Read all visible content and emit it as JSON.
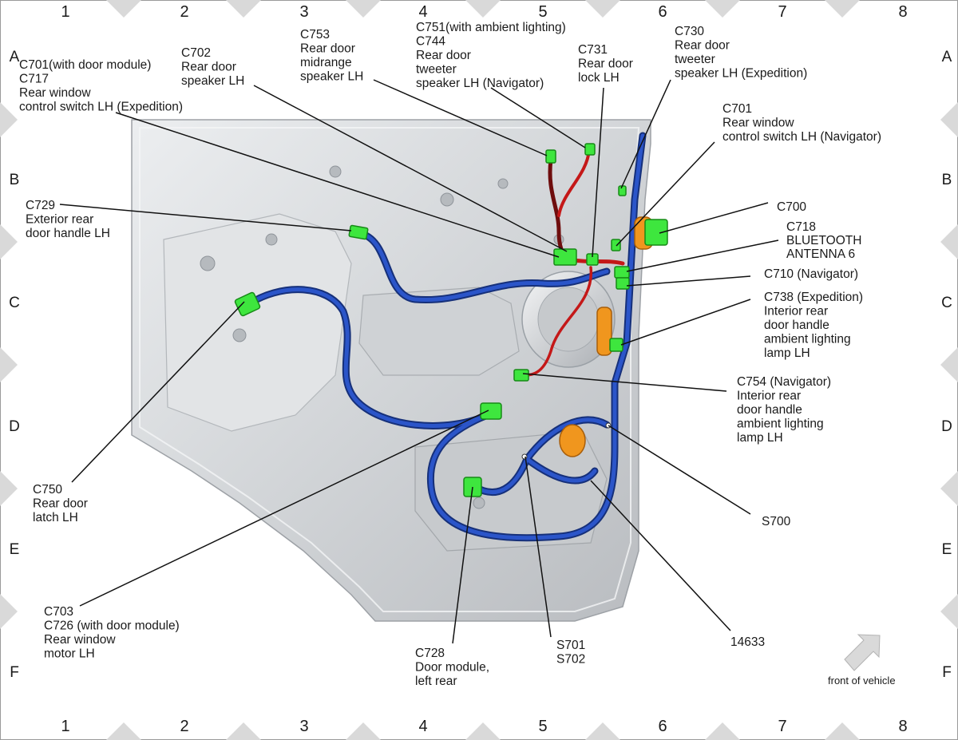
{
  "grid": {
    "columns": [
      "1",
      "2",
      "3",
      "4",
      "5",
      "6",
      "7",
      "8"
    ],
    "rows": [
      "A",
      "B",
      "C",
      "D",
      "E",
      "F"
    ]
  },
  "callouts": [
    {
      "id": "c701-c717",
      "lines": [
        "C701(with door module)",
        "C717",
        "Rear window",
        "control switch LH (Expedition)"
      ]
    },
    {
      "id": "c702",
      "lines": [
        "C702",
        "Rear door",
        "speaker LH"
      ]
    },
    {
      "id": "c753",
      "lines": [
        "C753",
        "Rear door",
        "midrange",
        "speaker LH"
      ]
    },
    {
      "id": "c751-c744",
      "lines": [
        "C751(with ambient lighting)",
        "C744",
        "Rear door",
        "tweeter",
        "speaker LH (Navigator)"
      ]
    },
    {
      "id": "c731",
      "lines": [
        "C731",
        "Rear door",
        "lock LH"
      ]
    },
    {
      "id": "c730",
      "lines": [
        "C730",
        "Rear door",
        "tweeter",
        "speaker LH (Expedition)"
      ]
    },
    {
      "id": "c701-nav",
      "lines": [
        "C701",
        "Rear window",
        "control switch LH (Navigator)"
      ]
    },
    {
      "id": "c729",
      "lines": [
        "C729",
        "Exterior rear",
        "door handle LH"
      ]
    },
    {
      "id": "c700",
      "lines": [
        "C700"
      ]
    },
    {
      "id": "c718",
      "lines": [
        "C718",
        "BLUETOOTH",
        "ANTENNA 6"
      ]
    },
    {
      "id": "c710",
      "lines": [
        "C710  (Navigator)"
      ]
    },
    {
      "id": "c738",
      "lines": [
        "C738  (Expedition)",
        "Interior rear",
        "door handle",
        "ambient lighting",
        "lamp LH"
      ]
    },
    {
      "id": "c754",
      "lines": [
        "C754 (Navigator)",
        "Interior rear",
        "door handle",
        "ambient lighting",
        "lamp LH"
      ]
    },
    {
      "id": "c750",
      "lines": [
        "C750",
        "Rear door",
        "latch LH"
      ]
    },
    {
      "id": "s700",
      "lines": [
        "S700"
      ]
    },
    {
      "id": "c703-c726",
      "lines": [
        "C703",
        "C726  (with door module)",
        "Rear window",
        "motor LH"
      ]
    },
    {
      "id": "c728",
      "lines": [
        "C728",
        "Door module,",
        "left rear"
      ]
    },
    {
      "id": "s701-s702",
      "lines": [
        "S701",
        "S702"
      ]
    },
    {
      "id": "harness-14633",
      "lines": [
        "14633"
      ]
    }
  ],
  "orientation": {
    "label": "front of vehicle"
  },
  "colors": {
    "panel": "#d4d6d9",
    "harness_blue": "#2346a6",
    "harness_red": "#c41818",
    "connector_green": "#3ee63e",
    "connector_orange": "#f0961e",
    "leader": "#111111",
    "grid_marker": "#d9d9d9"
  }
}
